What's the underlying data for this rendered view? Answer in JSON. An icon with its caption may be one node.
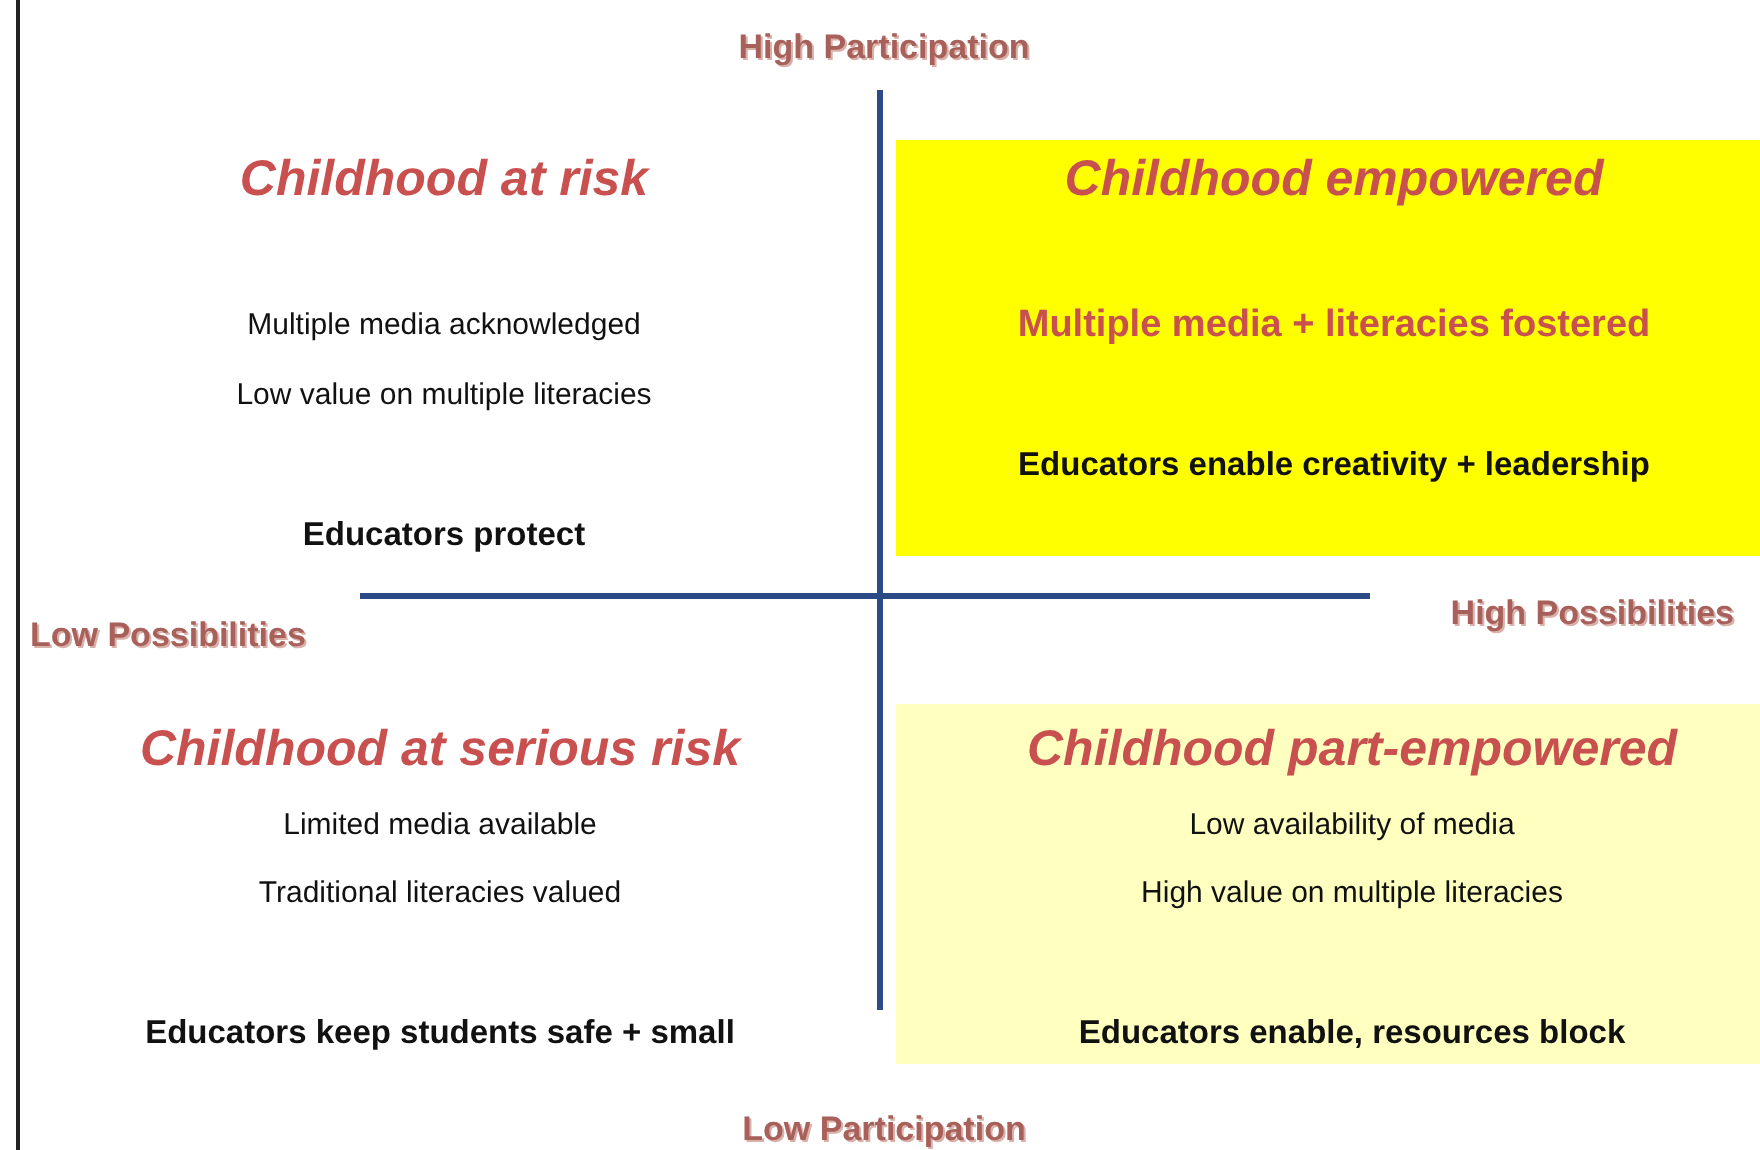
{
  "diagram": {
    "nodes": [
      {
        "text": [
          "Childhood at risk",
          "Multiple media acknowledged",
          "Low value on multiple literacies",
          "Educators protect"
        ]
      },
      {
        "text": [
          "Childhood empowered",
          "Multiple media + literacies fostered",
          "Educators enable creativity + leadership"
        ]
      },
      {
        "text": [
          "Childhood at serious risk",
          "Limited media available",
          "Traditional literacies valued",
          "Educators keep students safe + small"
        ]
      },
      {
        "text": [
          "Childhood part-empowered",
          "Low availability of media",
          "High value on multiple literacies",
          "Educators enable, resources block"
        ]
      }
    ],
    "labels": [
      "High Participation",
      "Low Possibilities",
      "High Possibilities",
      "Low Participation"
    ]
  }
}
